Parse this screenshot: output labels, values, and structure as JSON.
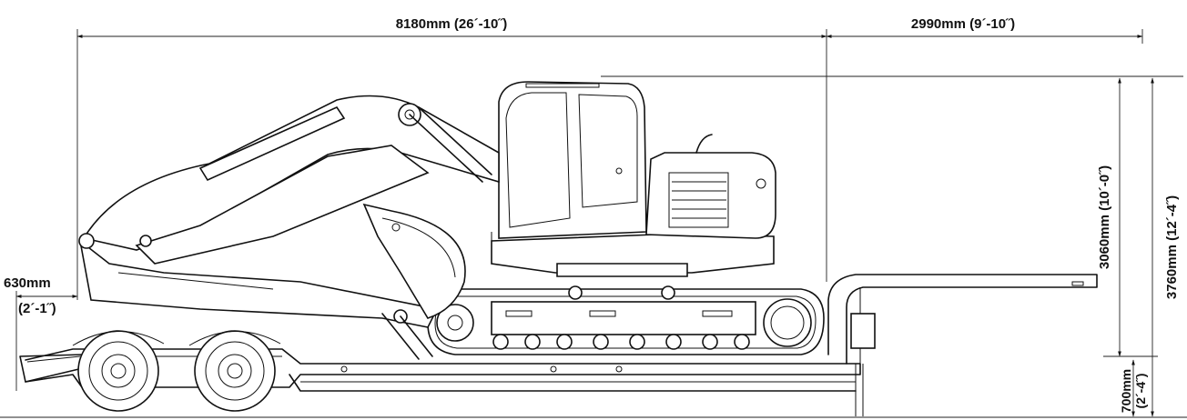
{
  "dimensions": {
    "overall_length": "8180mm (26´-10˝)",
    "rear_overhang": "2990mm (9´-10˝)",
    "front_overhang_mm": "630mm",
    "front_overhang_ft": "(2´-1˝)",
    "machine_height": "3060mm (10´-0˝)",
    "total_height": "3760mm (12´-4˝)",
    "deck_height_mm": "700mm",
    "deck_height_ft": "(2´-4˝)"
  }
}
